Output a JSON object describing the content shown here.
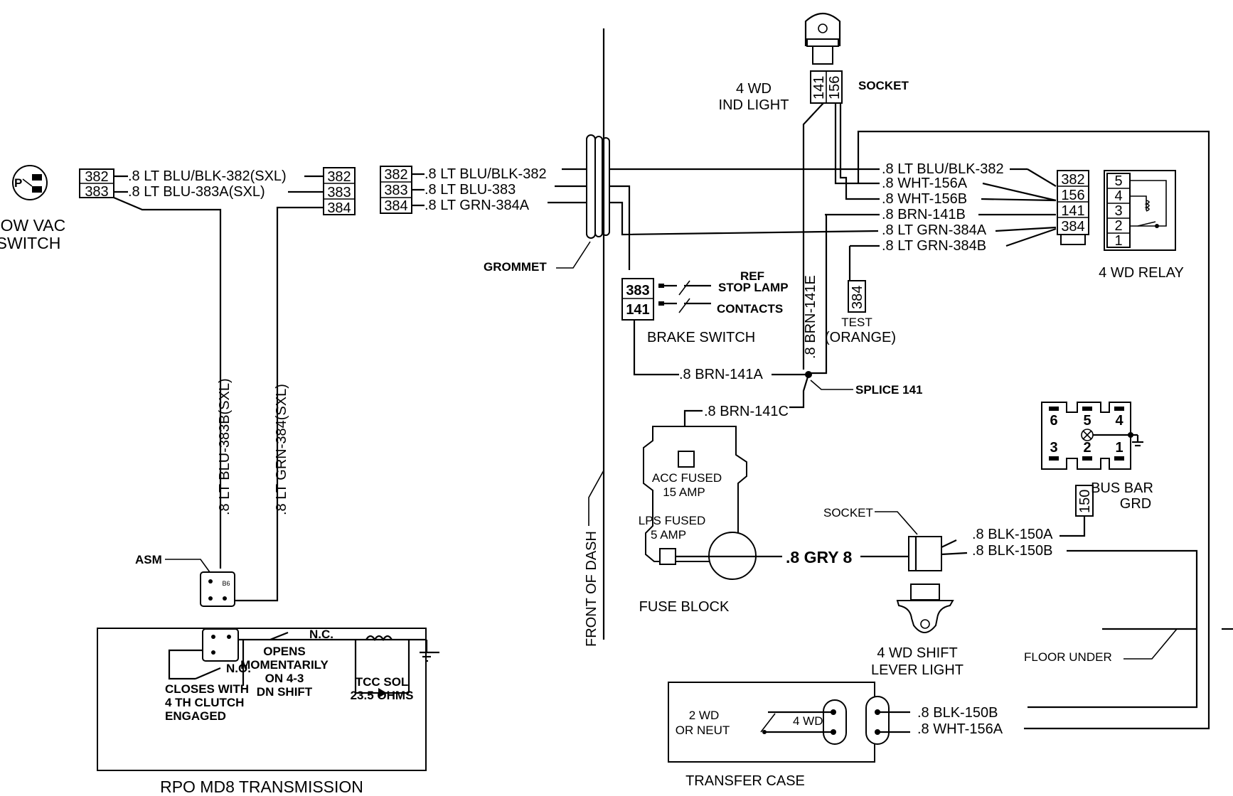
{
  "low_vac_switch": {
    "label_line1": "LOW VAC",
    "label_line2": "SWITCH",
    "p": "P"
  },
  "conn_left": {
    "pins": [
      "382",
      "383"
    ]
  },
  "conn_left_right": {
    "pins": [
      "382",
      "383",
      "384"
    ]
  },
  "conn_mid": {
    "pins": [
      "382",
      "383",
      "384"
    ]
  },
  "wires_left": [
    ".8 LT BLU/BLK-382(SXL)",
    ".8 LT BLU-383A(SXL)"
  ],
  "wires_mid": [
    ".8 LT BLU/BLK-382",
    ".8 LT BLU-383",
    ".8 LT GRN-384A"
  ],
  "vertical_wires": [
    ".8 LT BLU-383B(SXL)",
    ".8 LT GRN-384(SXL)"
  ],
  "grommet": "GROMMET",
  "front_of_dash": "FRONT OF DASH",
  "ind_light": {
    "line1": "4 WD",
    "line2": "IND LIGHT",
    "socket": "SOCKET",
    "pins": [
      "141",
      "156"
    ]
  },
  "relay_wires": [
    ".8 LT BLU/BLK-382",
    ".8 WHT-156A",
    ".8 WHT-156B",
    ".8 BRN-141B",
    ".8 LT GRN-384A",
    ".8 LT GRN-384B"
  ],
  "relay_conn_pins": [
    "382",
    "156",
    "141",
    "384"
  ],
  "relay_pins": [
    "5",
    "4",
    "3",
    "2",
    "1"
  ],
  "relay_label": "4 WD RELAY",
  "brake_switch": {
    "pins": [
      "383",
      "141"
    ],
    "ref": "REF",
    "stop_lamp": "STOP LAMP",
    "contacts": "CONTACTS",
    "label": "BRAKE SWITCH"
  },
  "brn_141e": ".8 BRN-141E",
  "test": {
    "pin": "384",
    "line1": "TEST",
    "line2": "(ORANGE)"
  },
  "brn_141a": ".8 BRN-141A",
  "splice": "SPLICE 141",
  "brn_141c": ".8 BRN-141C",
  "fuse_block": {
    "acc1": "ACC FUSED",
    "acc2": "15 AMP",
    "lps1": "LPS FUSED",
    "lps2": "5 AMP",
    "label": "FUSE BLOCK"
  },
  "gry_wire": ".8 GRY 8",
  "shift_light": {
    "socket": "SOCKET",
    "line1": "4 WD SHIFT",
    "line2": "LEVER LIGHT"
  },
  "blk_wires": [
    ".8 BLK-150A",
    ".8 BLK-150B"
  ],
  "bus_bar": {
    "pin": "150",
    "line1": "BUS BAR",
    "line2": "GRD",
    "pins": [
      "6",
      "5",
      "4",
      "3",
      "2",
      "1"
    ]
  },
  "floor_under": "FLOOR UNDER",
  "transfer_case": {
    "pos1": "2 WD",
    "pos2": "OR NEUT",
    "pos3": "4 WD",
    "label": "TRANSFER CASE"
  },
  "tc_wires": [
    ".8 BLK-150B",
    ".8 WHT-156A"
  ],
  "asm": "ASM",
  "asm_pin": "B6",
  "transmission": {
    "nc": "N.C.",
    "no": "N.O.",
    "opens1": "OPENS",
    "opens2": "MOMENTARILY",
    "opens3": "ON 4-3",
    "opens4": "DN SHIFT",
    "closes1": "CLOSES WITH",
    "closes2": "4 TH CLUTCH",
    "closes3": "ENGAGED",
    "tcc1": "TCC SOL",
    "tcc2": "23.5 OHMS",
    "label": "RPO MD8 TRANSMISSION"
  }
}
